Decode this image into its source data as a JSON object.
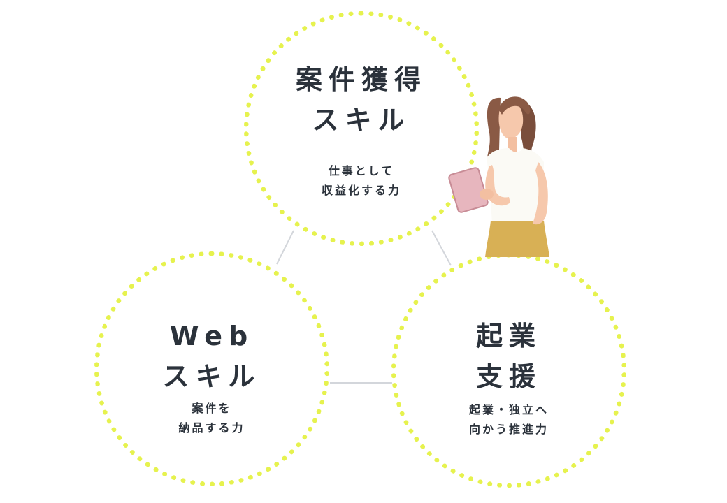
{
  "circles": {
    "top": {
      "title_line1": "案件獲得",
      "title_line2": "スキル",
      "desc_line1": "仕事として",
      "desc_line2": "収益化する力"
    },
    "left": {
      "title_line1": "Web",
      "title_line2": "スキル",
      "desc_line1": "案件を",
      "desc_line2": "納品する力"
    },
    "right": {
      "title_line1": "起業",
      "title_line2": "支援",
      "desc_line1": "起業・独立へ",
      "desc_line2": "向かう推進力"
    }
  },
  "colors": {
    "dot_border": "#e6f24e",
    "connector": "#d3d6db",
    "text": "#2b323b"
  }
}
